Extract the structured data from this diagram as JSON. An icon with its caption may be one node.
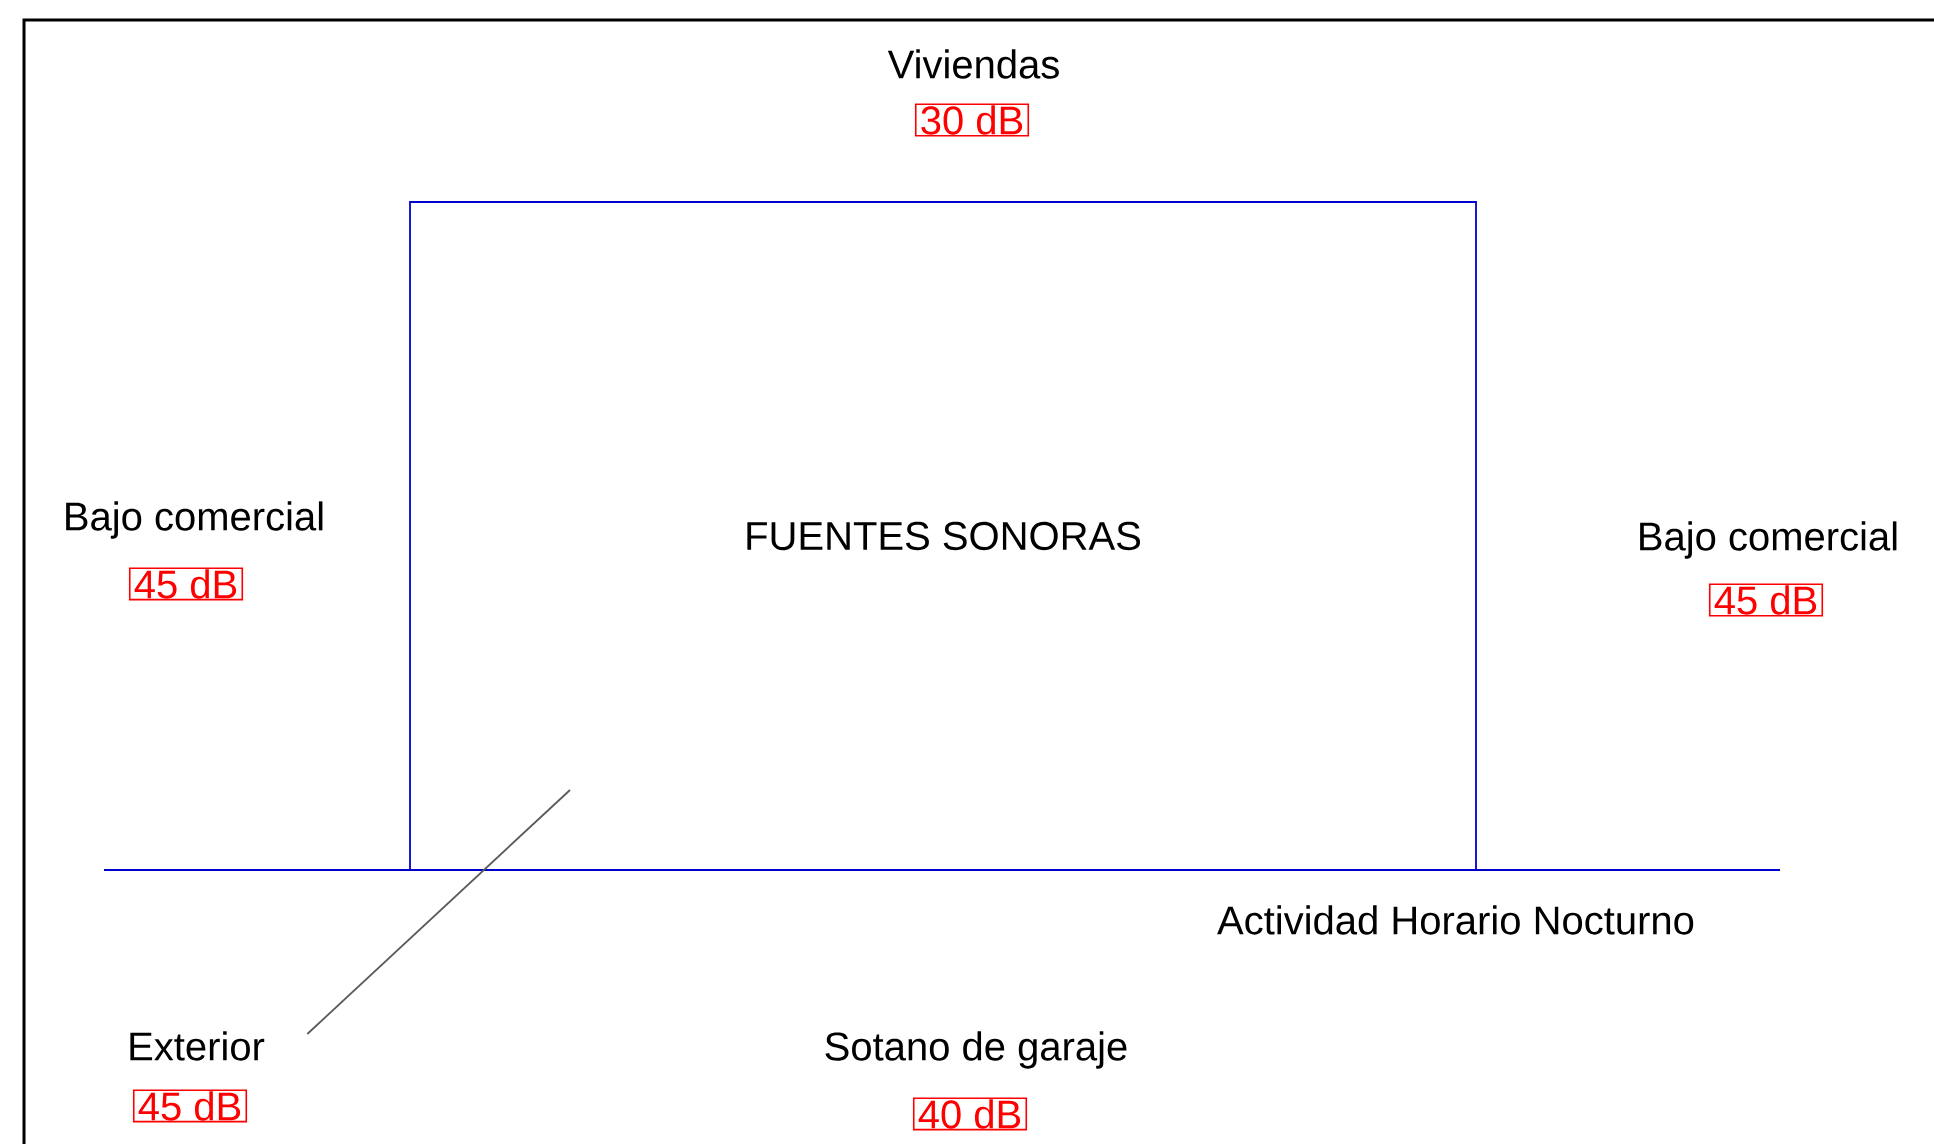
{
  "diagram": {
    "nodes": [
      {
        "text": [
          "FUENTES SONORAS"
        ]
      },
      {
        "text": [
          "Viviendas",
          "30 dB"
        ]
      },
      {
        "text": [
          "Bajo comercial",
          "45 dB"
        ]
      },
      {
        "text": [
          "Bajo comercial",
          "45 dB"
        ]
      },
      {
        "text": [
          "Exterior",
          "45 dB"
        ]
      },
      {
        "text": [
          "Sotano de garaje",
          "40 dB"
        ]
      }
    ],
    "edges": [
      {
        "from": 4,
        "to": 0,
        "arrow": "none"
      }
    ],
    "labels": [
      "Actividad Horario Nocturno"
    ]
  }
}
